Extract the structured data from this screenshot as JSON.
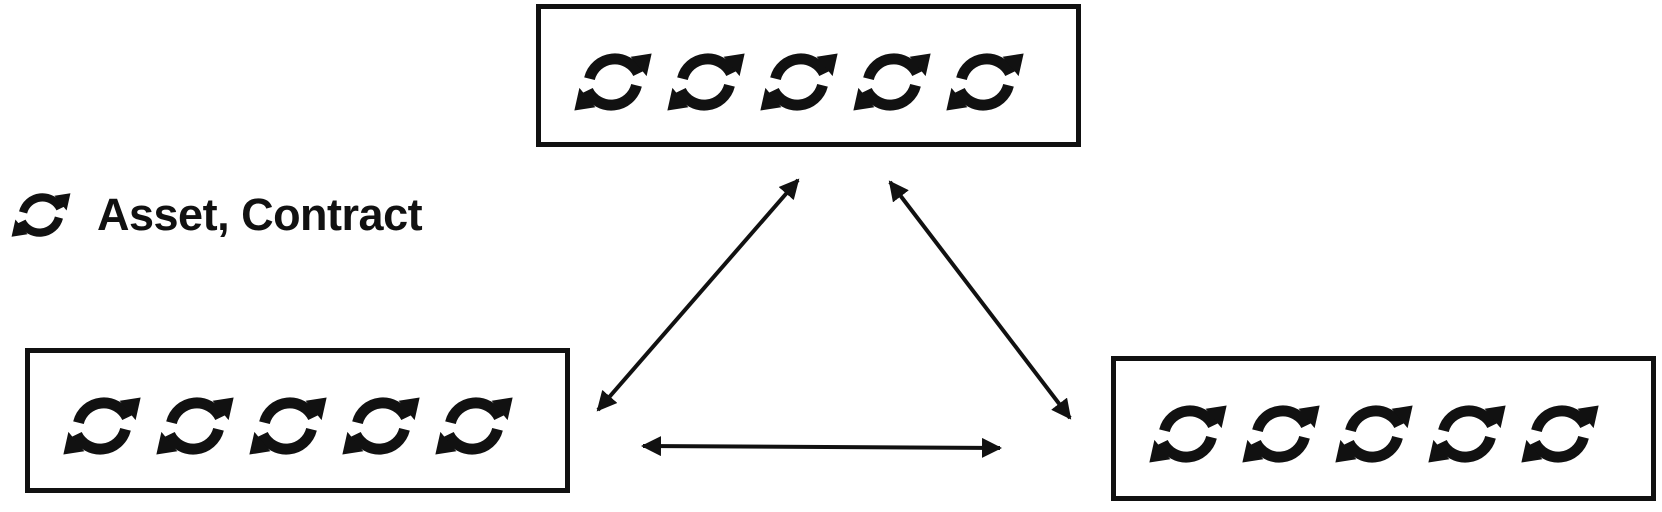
{
  "legend": {
    "icon": "cycle-arrows-icon",
    "label": "Asset, Contract"
  },
  "nodes": [
    {
      "id": "top",
      "icon": "cycle-arrows-icon",
      "icon_count": 5
    },
    {
      "id": "left",
      "icon": "cycle-arrows-icon",
      "icon_count": 5
    },
    {
      "id": "right",
      "icon": "cycle-arrows-icon",
      "icon_count": 5
    }
  ],
  "edges": [
    {
      "from": "top",
      "to": "left",
      "direction": "bidirectional"
    },
    {
      "from": "top",
      "to": "right",
      "direction": "bidirectional"
    },
    {
      "from": "left",
      "to": "right",
      "direction": "bidirectional"
    }
  ],
  "colors": {
    "stroke": "#111111",
    "background": "#ffffff"
  }
}
